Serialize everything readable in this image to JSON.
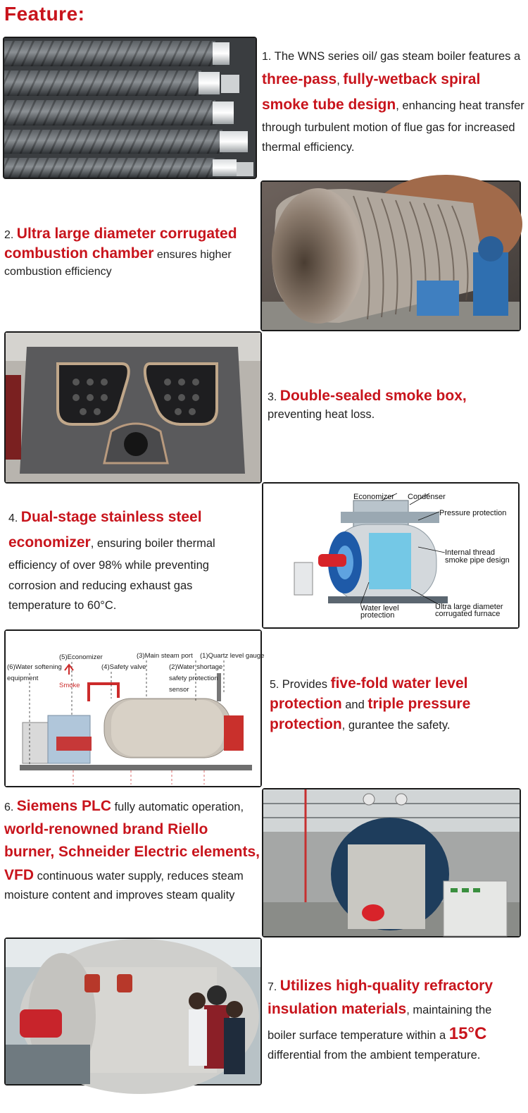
{
  "page": {
    "title": "Feature:"
  },
  "features": [
    {
      "num": "1.",
      "parts": [
        {
          "t": "The WNS series oil/ gas steam boiler features a ",
          "h": false
        },
        {
          "t": "three-pass",
          "h": true
        },
        {
          "t": ", ",
          "h": false
        },
        {
          "t": "fully-wetback spiral smoke tube design",
          "h": true
        },
        {
          "t": ", enhancing heat transfer through turbulent motion of flue gas for increased thermal efficiency.",
          "h": false
        }
      ]
    },
    {
      "num": "2.",
      "parts": [
        {
          "t": "Ultra large diameter corrugated combustion chamber",
          "h": true
        },
        {
          "t": " ensures higher combustion efficiency",
          "h": false
        }
      ]
    },
    {
      "num": "3.",
      "parts": [
        {
          "t": "Double-sealed smoke box,",
          "h": true
        },
        {
          "t": " preventing heat loss.",
          "h": false
        }
      ]
    },
    {
      "num": "4.",
      "parts": [
        {
          "t": "Dual-stage stainless steel economizer",
          "h": true
        },
        {
          "t": ", ensuring boiler thermal efficiency of over 98% while preventing corrosion and reducing exhaust gas temperature to 60°C.",
          "h": false
        }
      ]
    },
    {
      "num": "5.",
      "parts": [
        {
          "t": "Provides ",
          "h": false
        },
        {
          "t": "five-fold water level protection",
          "h": true
        },
        {
          "t": " and ",
          "h": false
        },
        {
          "t": "triple pressure protection",
          "h": true
        },
        {
          "t": ", gurantee the safety.",
          "h": false
        }
      ]
    },
    {
      "num": "6.",
      "parts": [
        {
          "t": "Siemens PLC",
          "h": true
        },
        {
          "t": " fully automatic operation, ",
          "h": false
        },
        {
          "t": "world-renowned brand Riello burner, Schneider Electric elements, VFD",
          "h": true
        },
        {
          "t": " continuous water supply, reduces steam moisture content and improves steam quality",
          "h": false
        }
      ]
    },
    {
      "num": "7.",
      "parts": [
        {
          "t": "Utilizes high-quality refractory insulation materials",
          "h": true
        },
        {
          "t": ", maintaining the boiler surface temperature within a ",
          "h": false
        },
        {
          "t": "15°C",
          "h": true,
          "big": true
        },
        {
          "t": " differential from the ambient temperature.",
          "h": false
        }
      ]
    }
  ],
  "diagram4": {
    "economizer": "Economizer",
    "condenser": "Condenser",
    "pressure": "Pressure protection",
    "thread1": "Internal thread",
    "thread2": "smoke pipe design",
    "water1": "Water level",
    "water2": "protection",
    "furnace1": "Ultra large diameter",
    "furnace2": "corrugated furnace"
  },
  "diagram5": {
    "economizer": "(5)Economizer",
    "main_steam": "(3)Main steam port",
    "quartz": "(1)Quartz level gauge",
    "softening1": "(6)Water softening",
    "softening2": "equipment",
    "safety_valve": "(4)Safety valve",
    "shortage1": "(2)Water shortage",
    "shortage2": "safety protection",
    "shortage3": "sensor",
    "smoke": "Smoke"
  },
  "colors": {
    "accent": "#c8141c",
    "text": "#222222",
    "border": "#1a1a1a"
  }
}
